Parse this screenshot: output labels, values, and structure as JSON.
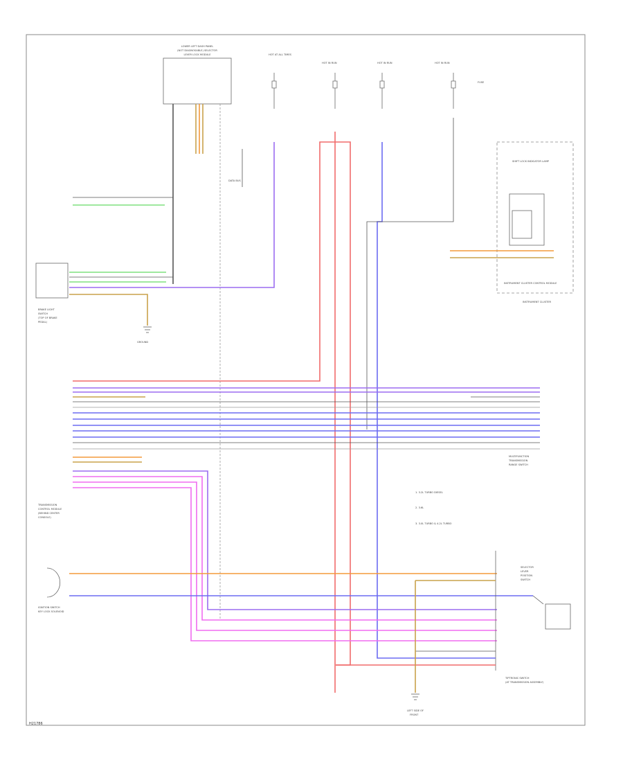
{
  "diagram": {
    "footer_code": "H21786",
    "components": {
      "lever_lock_module_a": "LOWER LEFT DASH PANEL",
      "lever_lock_module_b": "(NOT DIAGNOSABLE) SELECTOR",
      "lever_lock_module_c": "LEVER LOCK MODULE",
      "power_b": "HOT AT ALL TIMES",
      "fuse_link_note": "FUSE",
      "ignition_group": "HOT IN RUN",
      "data_bus_label": "DATA BUS",
      "brake_light_switch_a": "BRAKE LIGHT",
      "brake_light_switch_b": "SWITCH",
      "brake_light_switch_c": "(TOP OF BRAKE",
      "brake_light_switch_d": "PEDAL)",
      "ground_label": "GROUND",
      "instrument_cluster": "INSTRUMENT CLUSTER",
      "instrument_cluster_module": "INSTRUMENT CLUSTER CONTROL MODULE",
      "shift_lock_indicator": "SHIFT LOCK INDICATOR LAMP",
      "tcm_a": "TRANSMISSION",
      "tcm_b": "CONTROL MODULE",
      "tcm_c": "(BEHIND CENTER",
      "tcm_d": "CONSOLE)",
      "multifunction_switch_a": "MULTIFUNCTION",
      "multifunction_switch_b": "TRANSMISSION",
      "multifunction_switch_c": "RANGE SWITCH",
      "ignition_switch_a": "IGNITION SWITCH",
      "ignition_switch_b": "KEY LOCK SOLENOID",
      "selector_switch_a": "SELECTOR",
      "selector_switch_b": "LEVER",
      "selector_switch_c": "POSITION",
      "selector_switch_d": "SWITCH",
      "tiptronic_switch_a": "TIPTRONIC SWITCH",
      "tiptronic_switch_b": "(AT TRANSMISSION ASSEMBLY)",
      "ground_bottom": "LEFT SIDE OF",
      "ground_bottom_b": "FRONT"
    },
    "notes": {
      "note1": "1. 3.2L TURBO DIESEL",
      "note2": "2. 3.6L",
      "note3": "3. 3.0L TURBO & 4.2L TURBO"
    },
    "wire_colors": {
      "orange": "#f39a3a",
      "violet": "#9b6cf0",
      "red": "#f06a6a",
      "blue": "#6b6bf2",
      "green": "#7fe07f",
      "pink": "#f06cf0",
      "black": "#555555",
      "gray": "#9a9a9a",
      "brown": "#c9a24a"
    }
  }
}
